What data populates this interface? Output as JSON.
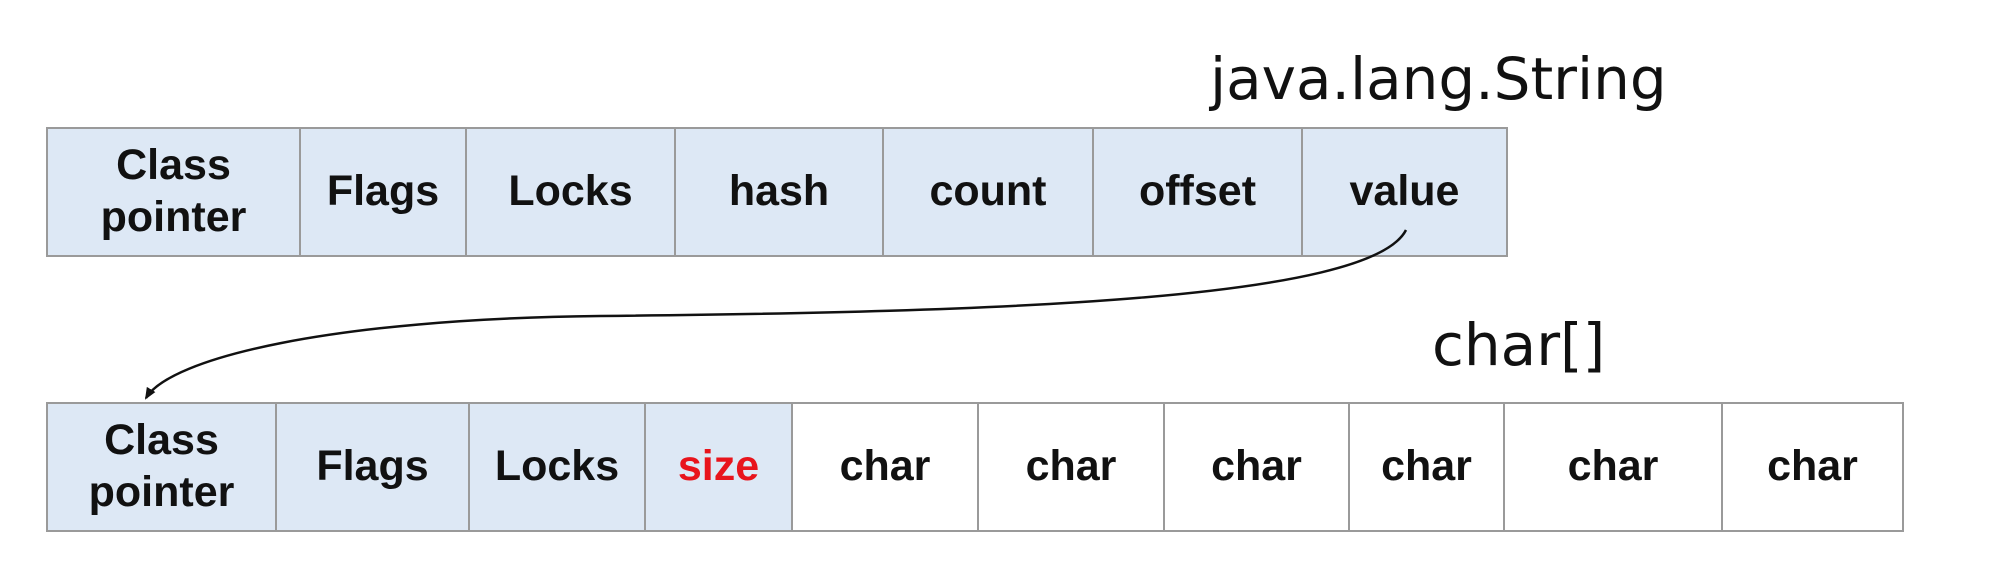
{
  "diagram": {
    "string_object": {
      "label": "java.lang.String",
      "fields": [
        "Class\npointer",
        "Flags",
        "Locks",
        "hash",
        "count",
        "offset",
        "value"
      ]
    },
    "char_array": {
      "label": "char[]",
      "fields": [
        "Class\npointer",
        "Flags",
        "Locks",
        "size",
        "char",
        "char",
        "char",
        "char",
        "char",
        "char"
      ]
    },
    "colors": {
      "header_fill": "#dde8f5",
      "border": "#9a9a9a",
      "highlight_text": "#e8141c"
    },
    "connector": {
      "from": "value",
      "to": "Class\npointer"
    }
  }
}
